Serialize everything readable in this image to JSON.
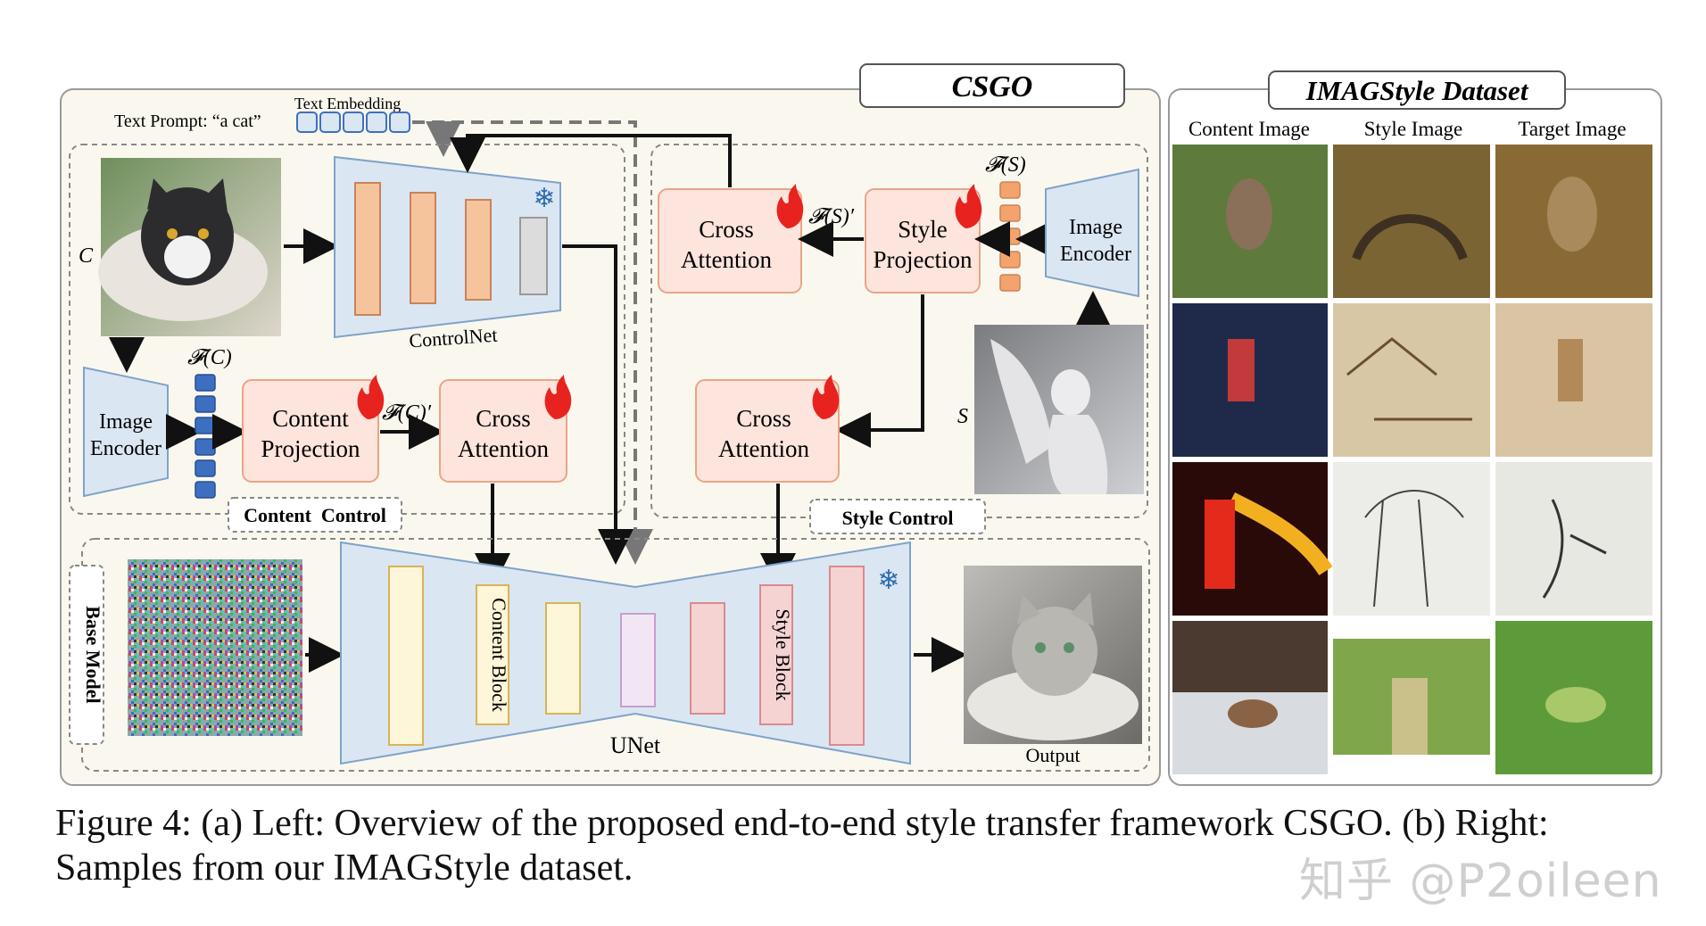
{
  "csgo": {
    "title": "CSGO",
    "text_prompt": "Text Prompt: “a cat”",
    "text_embedding": "Text Embedding",
    "content_label": "C",
    "style_label": "S",
    "controlnet": "ControlNet",
    "unet": "UNet",
    "output": "Output",
    "base_model": "Base Model",
    "content_control": "Content  Control",
    "style_control": "Style Control",
    "image_encoder_line1": "Image",
    "image_encoder_line2": "Encoder",
    "content_projection_line1": "Content",
    "content_projection_line2": "Projection",
    "style_projection_line1": "Style",
    "style_projection_line2": "Projection",
    "cross_attention_line1": "Cross",
    "cross_attention_line2": "Attention",
    "feature_c": "𝓕(C)",
    "feature_c_prime": "𝓕(C)′",
    "feature_s": "𝓕(S)",
    "feature_s_prime": "𝓕(S)′",
    "content_block": "Content Block",
    "style_block": "Style Block"
  },
  "dataset": {
    "title": "IMAGStyle Dataset",
    "columns": [
      "Content Image",
      "Style Image",
      "Target Image"
    ]
  },
  "caption": {
    "line1": "Figure 4: (a) Left: Overview of the proposed end-to-end style transfer framework CSGO. (b) Right:",
    "line2": "Samples from our IMAGStyle dataset."
  },
  "watermark": "知乎 @P2oileen",
  "colors": {
    "panel_bg": "#faf8ee",
    "blue_fill": "#dbe6f3",
    "blue_stroke": "#7fa3c9",
    "orange_box": "#f6c49c",
    "pink_box": "#fde4dc",
    "pink_stroke": "#e9a48a",
    "token_blue": "#3d6fc0",
    "token_orange": "#f3a36b"
  }
}
